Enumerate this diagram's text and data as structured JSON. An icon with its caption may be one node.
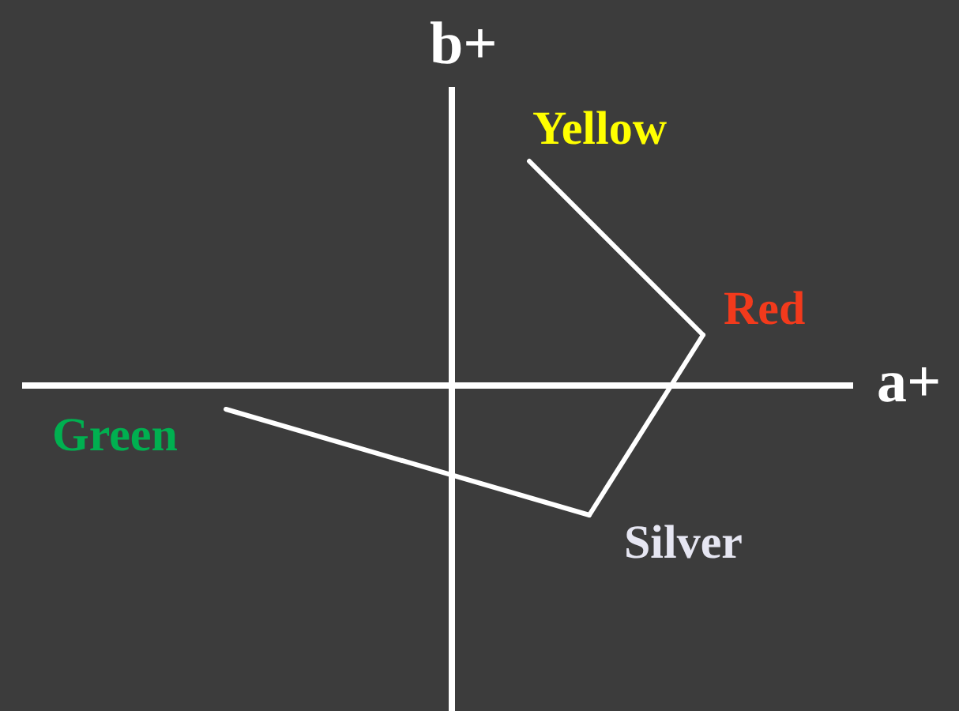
{
  "diagram": {
    "nodes": [
      {
        "text": [
          "Yellow"
        ]
      },
      {
        "text": [
          "Red"
        ]
      },
      {
        "text": [
          "Silver"
        ]
      },
      {
        "text": [
          "Green"
        ]
      }
    ],
    "edges": [
      {
        "from": 0,
        "to": 1,
        "arrow": "none"
      },
      {
        "from": 1,
        "to": 2,
        "arrow": "none"
      },
      {
        "from": 2,
        "to": 3,
        "arrow": "none"
      }
    ],
    "labels": [
      "b+",
      "a+"
    ]
  }
}
